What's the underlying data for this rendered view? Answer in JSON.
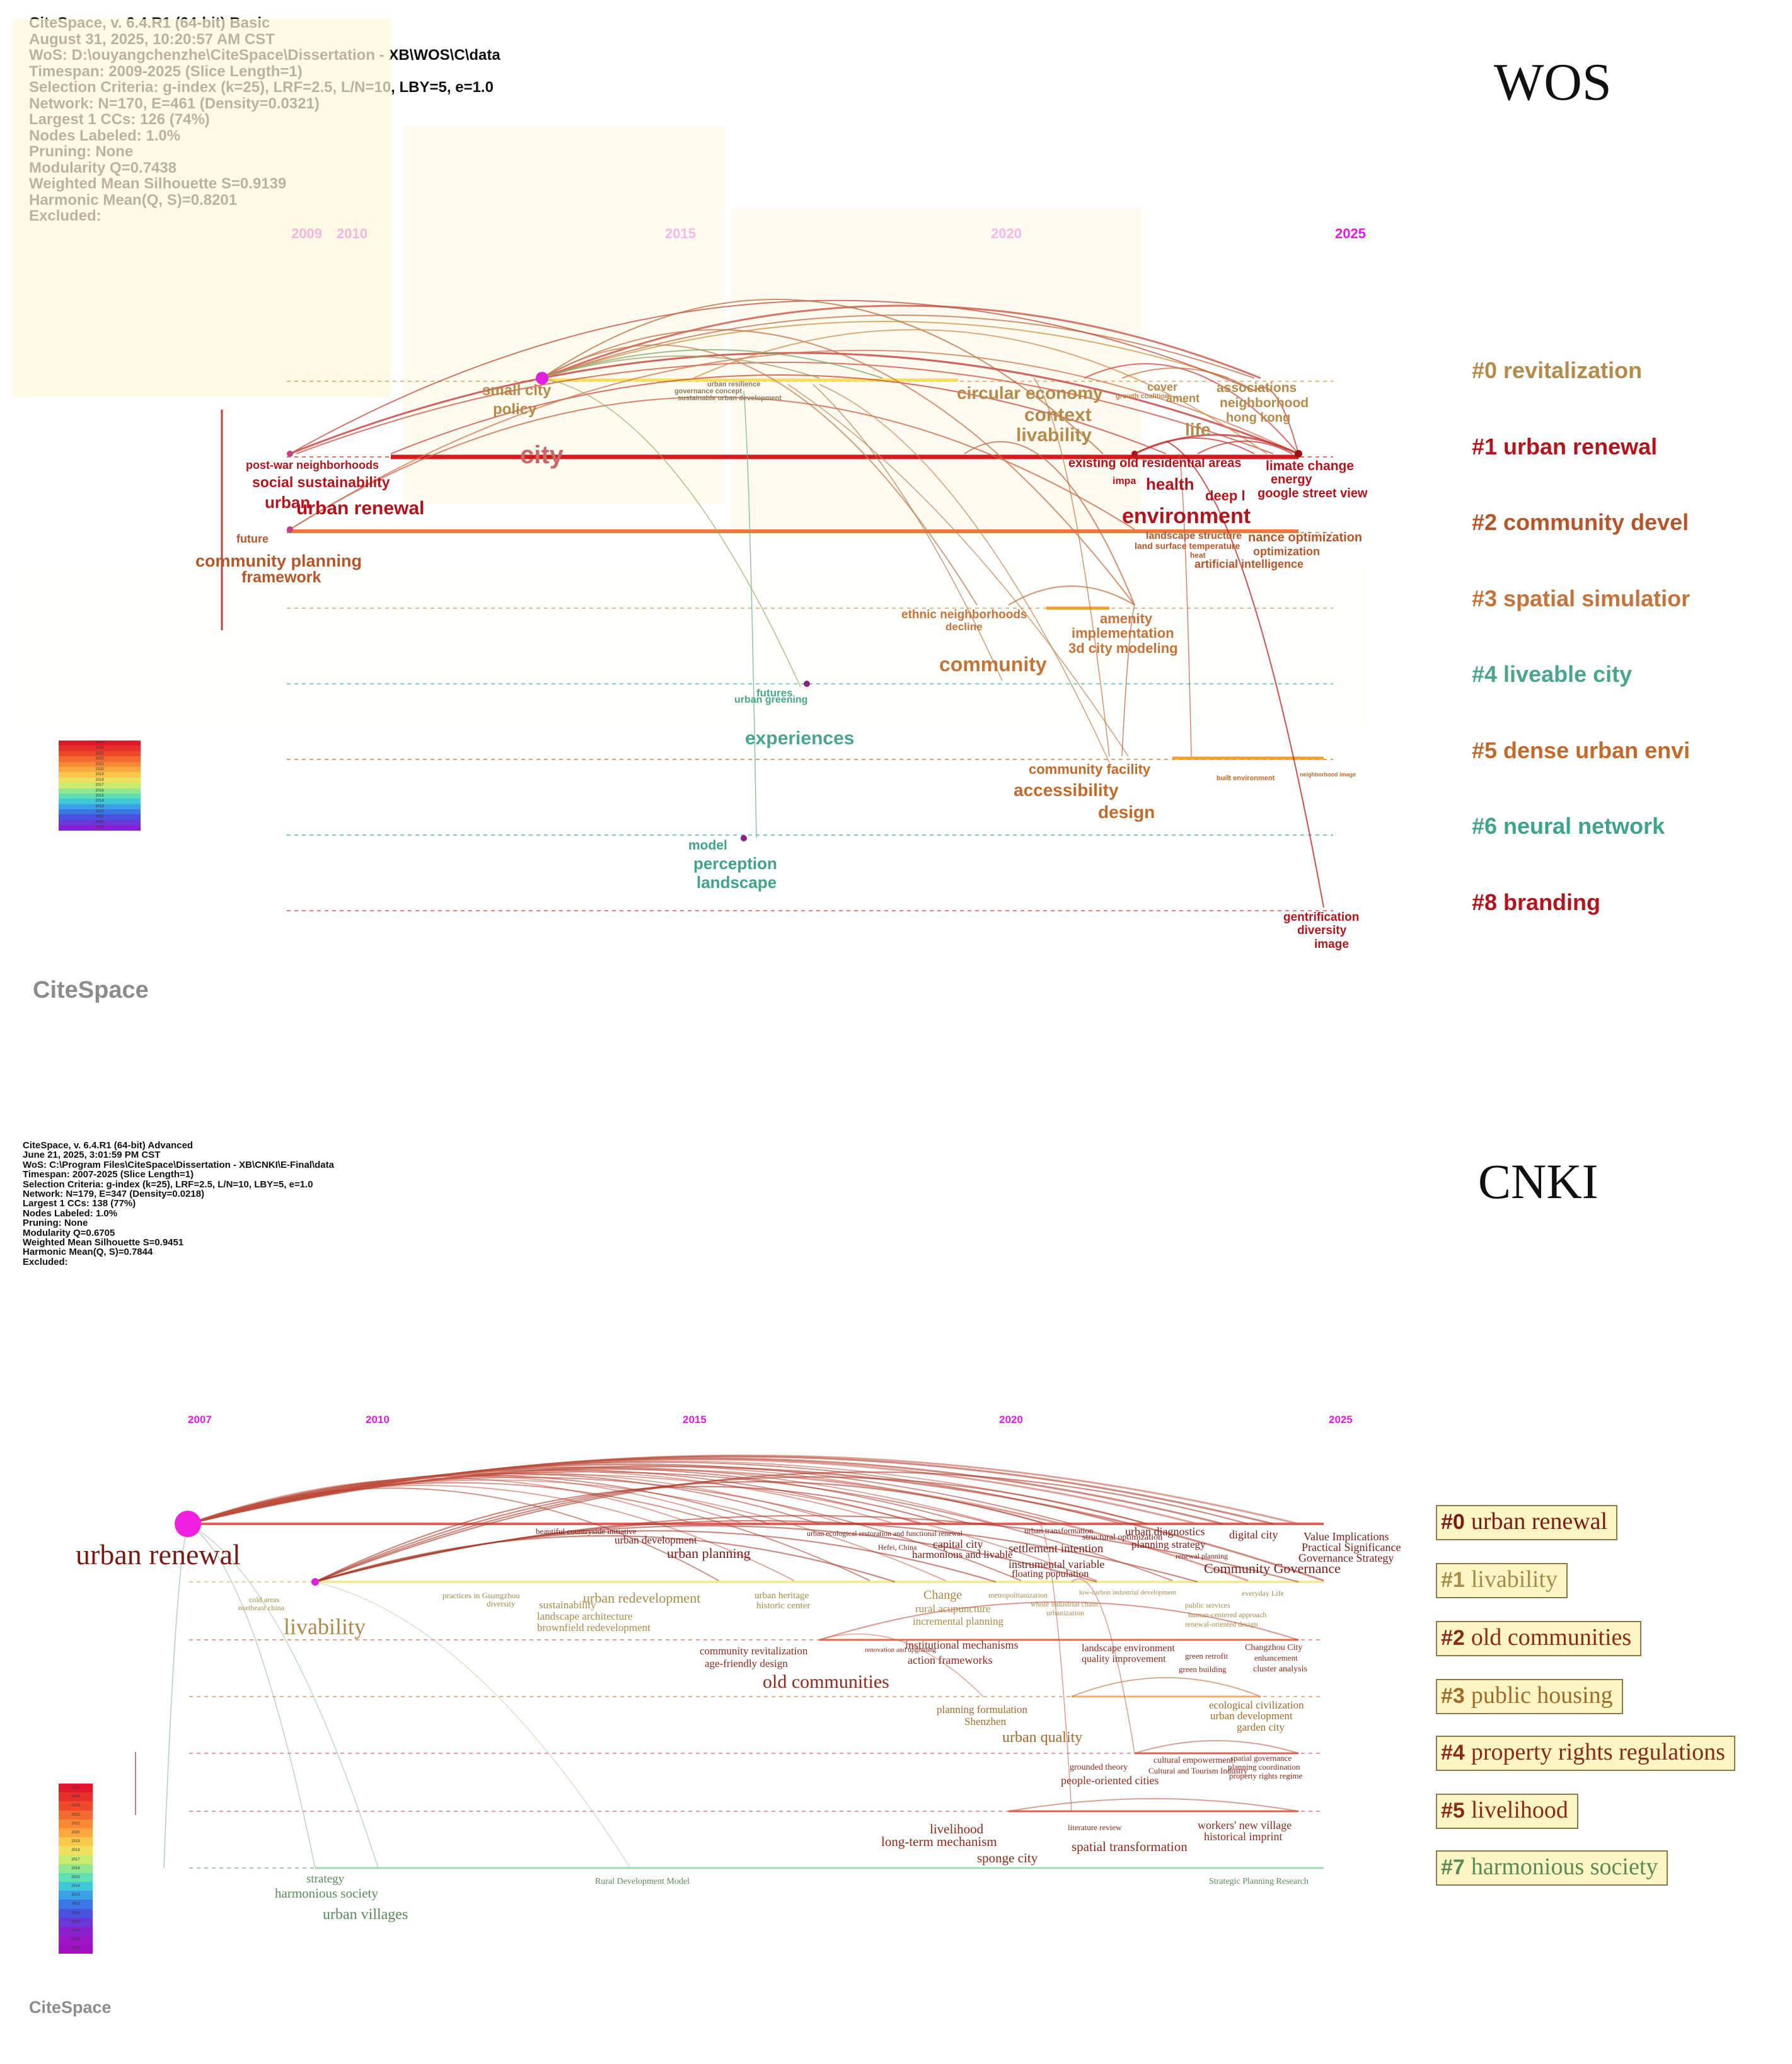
{
  "wos": {
    "title": "WOS",
    "meta": [
      "CiteSpace, v. 6.4.R1 (64-bit) Basic",
      "August 31, 2025, 10:20:57 AM CST",
      "WoS: D:\\ouyangchenzhe\\CiteSpace\\Dissertation - XB\\WOS\\C\\data",
      "Timespan: 2009-2025 (Slice Length=1)",
      "Selection Criteria: g-index (k=25), LRF=2.5, L/N=10, LBY=5, e=1.0",
      "Network: N=170, E=461 (Density=0.0321)",
      "Largest 1 CCs: 126 (74%)",
      "Nodes Labeled: 1.0%",
      "Pruning: None",
      "Modularity Q=0.7438",
      "Weighted Mean Silhouette S=0.9139",
      "Harmonic Mean(Q, S)=0.8201",
      "Excluded:"
    ],
    "years": [
      "2009",
      "2010",
      "2015",
      "2020",
      "2025"
    ],
    "clusters": [
      {
        "label": "#0 revitalization",
        "color": "#b58a4a"
      },
      {
        "label": "#1 urban renewal",
        "color": "#b3141b"
      },
      {
        "label": "#2 community devel",
        "color": "#b5562a"
      },
      {
        "label": "#3 spatial simulatior",
        "color": "#c4733a"
      },
      {
        "label": "#4 liveable city",
        "color": "#4aa58a"
      },
      {
        "label": "#5 dense urban envi",
        "color": "#c06a2c"
      },
      {
        "label": "#6 neural network",
        "color": "#3fa38a"
      },
      {
        "label": "#8 branding",
        "color": "#b3141b"
      }
    ],
    "keywords": [
      {
        "text": "small city",
        "color": "#b58a4a",
        "size": 24
      },
      {
        "text": "policy",
        "color": "#b58a4a",
        "size": 24
      },
      {
        "text": "urban resilience",
        "color": "#8a7a5a",
        "size": 11
      },
      {
        "text": "governance concept",
        "color": "#8a7a5a",
        "size": 11
      },
      {
        "text": "sustainable urban development",
        "color": "#8a7a5a",
        "size": 11
      },
      {
        "text": "circular economy",
        "color": "#b58a4a",
        "size": 28
      },
      {
        "text": "cover",
        "color": "#b58a4a",
        "size": 18
      },
      {
        "text": "growth coalition",
        "color": "#b58a4a",
        "size": 11
      },
      {
        "text": "ament",
        "color": "#b58a4a",
        "size": 18
      },
      {
        "text": "associations",
        "color": "#b58a4a",
        "size": 21
      },
      {
        "text": "neighborhood",
        "color": "#b58a4a",
        "size": 21
      },
      {
        "text": "hong kong",
        "color": "#b58a4a",
        "size": 20
      },
      {
        "text": "context",
        "color": "#b58a4a",
        "size": 30
      },
      {
        "text": "livability",
        "color": "#b58a4a",
        "size": 30
      },
      {
        "text": "life",
        "color": "#b58a4a",
        "size": 28
      },
      {
        "text": "post-war neighborhoods",
        "color": "#b3141b",
        "size": 18
      },
      {
        "text": "city",
        "color": "#c86a6a",
        "size": 40
      },
      {
        "text": "existing old residential areas",
        "color": "#b3141b",
        "size": 20
      },
      {
        "text": "limate change",
        "color": "#b3141b",
        "size": 21
      },
      {
        "text": "energy",
        "color": "#b3141b",
        "size": 20
      },
      {
        "text": "google street view",
        "color": "#b3141b",
        "size": 20
      },
      {
        "text": "social sustainability",
        "color": "#b3141b",
        "size": 23
      },
      {
        "text": "impa",
        "color": "#b3141b",
        "size": 16
      },
      {
        "text": "health",
        "color": "#b3141b",
        "size": 26
      },
      {
        "text": "deep l",
        "color": "#b3141b",
        "size": 22
      },
      {
        "text": "urban",
        "color": "#b3141b",
        "size": 26
      },
      {
        "text": "urban renewal",
        "color": "#b3141b",
        "size": 30
      },
      {
        "text": "environment",
        "color": "#b3141b",
        "size": 34
      },
      {
        "text": "future",
        "color": "#b5562a",
        "size": 18
      },
      {
        "text": "landscape structure",
        "color": "#b5562a",
        "size": 16
      },
      {
        "text": "nance optimization",
        "color": "#b5562a",
        "size": 20
      },
      {
        "text": "land surface temperature",
        "color": "#b5562a",
        "size": 14
      },
      {
        "text": "optimization",
        "color": "#b5562a",
        "size": 18
      },
      {
        "text": "heat",
        "color": "#b5562a",
        "size": 12
      },
      {
        "text": "artificial intelligence",
        "color": "#b5562a",
        "size": 18
      },
      {
        "text": "community planning",
        "color": "#b5562a",
        "size": 27
      },
      {
        "text": "framework",
        "color": "#b5562a",
        "size": 25
      },
      {
        "text": "ethnic neighborhoods",
        "color": "#c4733a",
        "size": 19
      },
      {
        "text": "decline",
        "color": "#c4733a",
        "size": 17
      },
      {
        "text": "amenity",
        "color": "#c4733a",
        "size": 22
      },
      {
        "text": "implementation",
        "color": "#c4733a",
        "size": 22
      },
      {
        "text": "3d city modeling",
        "color": "#c4733a",
        "size": 22
      },
      {
        "text": "community",
        "color": "#c4733a",
        "size": 32
      },
      {
        "text": "futures",
        "color": "#4aa58a",
        "size": 17
      },
      {
        "text": "urban greening",
        "color": "#4aa58a",
        "size": 16
      },
      {
        "text": "experiences",
        "color": "#4aa58a",
        "size": 30
      },
      {
        "text": "community facility",
        "color": "#c06a2c",
        "size": 22
      },
      {
        "text": "accessibility",
        "color": "#c06a2c",
        "size": 28
      },
      {
        "text": "design",
        "color": "#c06a2c",
        "size": 28
      },
      {
        "text": "built environment",
        "color": "#c06a2c",
        "size": 11
      },
      {
        "text": "neighborhood image",
        "color": "#c06a2c",
        "size": 9
      },
      {
        "text": "model",
        "color": "#3fa38a",
        "size": 21
      },
      {
        "text": "perception",
        "color": "#3fa38a",
        "size": 26
      },
      {
        "text": "landscape",
        "color": "#3fa38a",
        "size": 26
      },
      {
        "text": "gentrification",
        "color": "#b3141b",
        "size": 19
      },
      {
        "text": "diversity",
        "color": "#b3141b",
        "size": 19
      },
      {
        "text": "image",
        "color": "#b3141b",
        "size": 19
      }
    ],
    "legend_years": [
      "2025",
      "2024",
      "2023",
      "2022",
      "2021",
      "2020",
      "2019",
      "2018",
      "2017",
      "2016",
      "2015",
      "2014",
      "2013",
      "2012",
      "2011",
      "2010",
      "2009"
    ],
    "logo": "CiteSpace"
  },
  "cnki": {
    "title": "CNKI",
    "meta": [
      "CiteSpace, v. 6.4.R1 (64-bit) Advanced",
      "June 21, 2025, 3:01:59 PM CST",
      "WoS: C:\\Program Files\\CiteSpace\\Dissertation - XB\\CNKI\\E-Final\\data",
      "Timespan: 2007-2025 (Slice Length=1)",
      "Selection Criteria: g-index (k=25), LRF=2.5, L/N=10, LBY=5, e=1.0",
      "Network: N=179, E=347 (Density=0.0218)",
      "Largest 1 CCs: 138 (77%)",
      "Nodes Labeled: 1.0%",
      "Pruning: None",
      "Modularity Q=0.6705",
      "Weighted Mean Silhouette S=0.9451",
      "Harmonic Mean(Q, S)=0.7844",
      "Excluded:"
    ],
    "years": [
      "2007",
      "2010",
      "2015",
      "2020",
      "2025"
    ],
    "clusters": [
      {
        "num": "#0",
        "label": "urban renewal",
        "color": "#7a1a14"
      },
      {
        "num": "#1",
        "label": "livability",
        "color": "#a88a4a"
      },
      {
        "num": "#2",
        "label": "old communities",
        "color": "#8a2a1a"
      },
      {
        "num": "#3",
        "label": "public housing",
        "color": "#a06a2a"
      },
      {
        "num": "#4",
        "label": "property rights regulations",
        "color": "#8a2a1a"
      },
      {
        "num": "#5",
        "label": "livelihood",
        "color": "#8a2a1a"
      },
      {
        "num": "#7",
        "label": "harmonious society",
        "color": "#5a8a5a"
      }
    ],
    "keywords": [
      {
        "text": "urban renewal",
        "color": "#7a1a14",
        "size": 46
      },
      {
        "text": "beautiful countryside initiative",
        "color": "#7a1a14",
        "size": 13
      },
      {
        "text": "urban development",
        "color": "#7a1a14",
        "size": 17
      },
      {
        "text": "urban planning",
        "color": "#7a1a14",
        "size": 22
      },
      {
        "text": "urban ecological restoration and functional renewal",
        "color": "#7a1a14",
        "size": 12
      },
      {
        "text": "Hefei, China",
        "color": "#7a1a14",
        "size": 12
      },
      {
        "text": "capital city",
        "color": "#7a1a14",
        "size": 18
      },
      {
        "text": "harmonious and livable",
        "color": "#7a1a14",
        "size": 17
      },
      {
        "text": "urban transformation",
        "color": "#7a1a14",
        "size": 13
      },
      {
        "text": "structural optimization",
        "color": "#7a1a14",
        "size": 14
      },
      {
        "text": "settlement intention",
        "color": "#7a1a14",
        "size": 19
      },
      {
        "text": "instrumental variable",
        "color": "#7a1a14",
        "size": 18
      },
      {
        "text": "floating population",
        "color": "#7a1a14",
        "size": 16
      },
      {
        "text": "urban diagnostics",
        "color": "#7a1a14",
        "size": 18
      },
      {
        "text": "planning strategy",
        "color": "#7a1a14",
        "size": 17
      },
      {
        "text": "renewal planning",
        "color": "#7a1a14",
        "size": 12
      },
      {
        "text": "digital city",
        "color": "#7a1a14",
        "size": 18
      },
      {
        "text": "Community Governance",
        "color": "#7a1a14",
        "size": 22
      },
      {
        "text": "Value Implications",
        "color": "#7a1a14",
        "size": 18
      },
      {
        "text": "Practical Significance",
        "color": "#7a1a14",
        "size": 18
      },
      {
        "text": "Governance Strategy",
        "color": "#7a1a14",
        "size": 18
      },
      {
        "text": "cold areas",
        "color": "#a88a4a",
        "size": 12
      },
      {
        "text": "northeast china",
        "color": "#a88a4a",
        "size": 12
      },
      {
        "text": "livability",
        "color": "#a88a4a",
        "size": 36
      },
      {
        "text": "practices in Guangzhou",
        "color": "#a88a4a",
        "size": 13
      },
      {
        "text": "diversity",
        "color": "#a88a4a",
        "size": 13
      },
      {
        "text": "sustainability",
        "color": "#a88a4a",
        "size": 17
      },
      {
        "text": "landscape architecture",
        "color": "#a88a4a",
        "size": 17
      },
      {
        "text": "brownfield redevelopment",
        "color": "#a88a4a",
        "size": 17
      },
      {
        "text": "urban redevelopment",
        "color": "#a88a4a",
        "size": 22
      },
      {
        "text": "urban heritage",
        "color": "#a88a4a",
        "size": 15
      },
      {
        "text": "historic center",
        "color": "#a88a4a",
        "size": 15
      },
      {
        "text": "Change",
        "color": "#a88a4a",
        "size": 20
      },
      {
        "text": "rural acupuncture",
        "color": "#a88a4a",
        "size": 17
      },
      {
        "text": "incremental planning",
        "color": "#a88a4a",
        "size": 17
      },
      {
        "text": "metropolitanization",
        "color": "#a88a4a",
        "size": 12
      },
      {
        "text": "whole industrial chain",
        "color": "#a88a4a",
        "size": 12
      },
      {
        "text": "urbanization",
        "color": "#a88a4a",
        "size": 12
      },
      {
        "text": "low-carbon industrial development",
        "color": "#a88a4a",
        "size": 11
      },
      {
        "text": "everyday Life",
        "color": "#a88a4a",
        "size": 12
      },
      {
        "text": "public services",
        "color": "#a88a4a",
        "size": 12
      },
      {
        "text": "human-centered approach",
        "color": "#a88a4a",
        "size": 12
      },
      {
        "text": "renewal-oriented design",
        "color": "#a88a4a",
        "size": 12
      },
      {
        "text": "community revitalization",
        "color": "#8a2a1a",
        "size": 17
      },
      {
        "text": "age-friendly design",
        "color": "#8a2a1a",
        "size": 17
      },
      {
        "text": "renovation and upgrading",
        "color": "#8a2a1a",
        "size": 11
      },
      {
        "text": "institutional mechanisms",
        "color": "#8a2a1a",
        "size": 18
      },
      {
        "text": "action frameworks",
        "color": "#8a2a1a",
        "size": 18
      },
      {
        "text": "old communities",
        "color": "#8a2a1a",
        "size": 30
      },
      {
        "text": "landscape environment",
        "color": "#8a2a1a",
        "size": 16
      },
      {
        "text": "quality improvement",
        "color": "#8a2a1a",
        "size": 16
      },
      {
        "text": "green retrofit",
        "color": "#8a2a1a",
        "size": 13
      },
      {
        "text": "green building",
        "color": "#8a2a1a",
        "size": 13
      },
      {
        "text": "Changzhou City",
        "color": "#8a2a1a",
        "size": 14
      },
      {
        "text": "enhancement",
        "color": "#8a2a1a",
        "size": 13
      },
      {
        "text": "cluster analysis",
        "color": "#8a2a1a",
        "size": 14
      },
      {
        "text": "planning formulation",
        "color": "#a06a2a",
        "size": 17
      },
      {
        "text": "Shenzhen",
        "color": "#a06a2a",
        "size": 17
      },
      {
        "text": "urban quality",
        "color": "#a06a2a",
        "size": 24
      },
      {
        "text": "ecological civilization",
        "color": "#a06a2a",
        "size": 17
      },
      {
        "text": "urban development",
        "color": "#a06a2a",
        "size": 17
      },
      {
        "text": "garden city",
        "color": "#a06a2a",
        "size": 17
      },
      {
        "text": "grounded theory",
        "color": "#8a2a1a",
        "size": 14
      },
      {
        "text": "cultural empowerment",
        "color": "#8a2a1a",
        "size": 14
      },
      {
        "text": "Cultural and Tourism Industry",
        "color": "#8a2a1a",
        "size": 13
      },
      {
        "text": "people-oriented cities",
        "color": "#8a2a1a",
        "size": 18
      },
      {
        "text": "spatial governance",
        "color": "#8a2a1a",
        "size": 13
      },
      {
        "text": "planning coordination",
        "color": "#8a2a1a",
        "size": 13
      },
      {
        "text": "property rights regime",
        "color": "#8a2a1a",
        "size": 13
      },
      {
        "text": "livelihood",
        "color": "#8a2a1a",
        "size": 21
      },
      {
        "text": "long-term mechanism",
        "color": "#8a2a1a",
        "size": 21
      },
      {
        "text": "sponge city",
        "color": "#8a2a1a",
        "size": 21
      },
      {
        "text": "literature review",
        "color": "#8a2a1a",
        "size": 13
      },
      {
        "text": "spatial transformation",
        "color": "#8a2a1a",
        "size": 21
      },
      {
        "text": "workers' new village",
        "color": "#8a2a1a",
        "size": 18
      },
      {
        "text": "historical imprint",
        "color": "#8a2a1a",
        "size": 18
      },
      {
        "text": "strategy",
        "color": "#5a8a5a",
        "size": 19
      },
      {
        "text": "harmonious society",
        "color": "#5a8a5a",
        "size": 21
      },
      {
        "text": "urban villages",
        "color": "#5a8a5a",
        "size": 24
      },
      {
        "text": "Rural Development Model",
        "color": "#5a8a5a",
        "size": 14
      },
      {
        "text": "Strategic Planning Research",
        "color": "#5a8a5a",
        "size": 14
      }
    ],
    "legend_years": [
      "2025",
      "2024",
      "2023",
      "2022",
      "2021",
      "2020",
      "2019",
      "2018",
      "2017",
      "2016",
      "2015",
      "2014",
      "2013",
      "2012",
      "2011",
      "2010",
      "2009",
      "2008",
      "2007"
    ],
    "logo": "CiteSpace"
  }
}
